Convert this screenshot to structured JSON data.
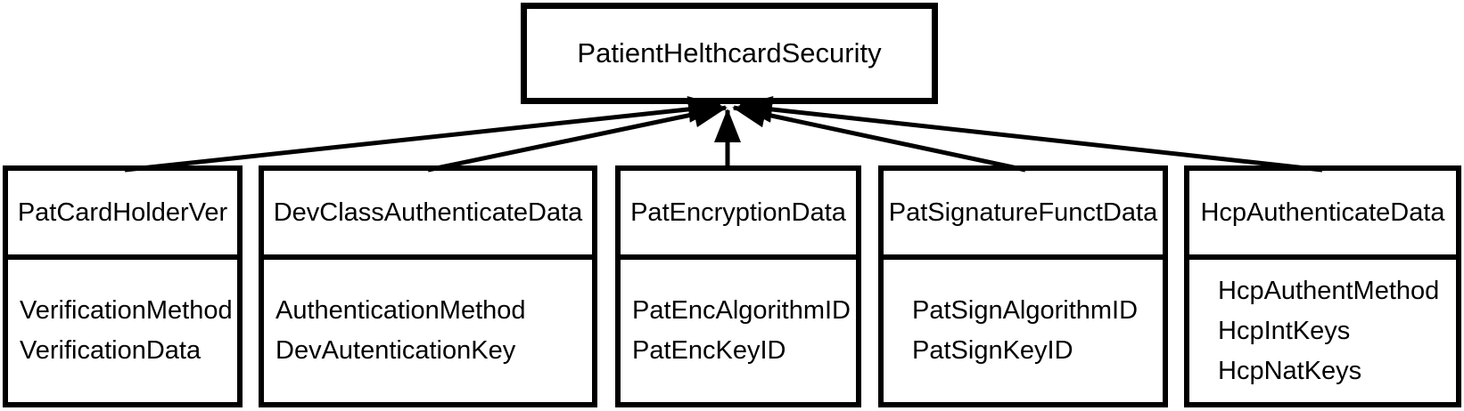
{
  "diagram": {
    "kind": "uml-class-inheritance",
    "colors": {
      "line": "#000000",
      "background": "#ffffff",
      "text": "#000000"
    },
    "parent": {
      "name": "PatientHelthcardSecurity"
    },
    "children": [
      {
        "name": "PatCardHolderVer",
        "attributes": [
          "VerificationMethod",
          "VerificationData"
        ]
      },
      {
        "name": "DevClassAuthenticateData",
        "attributes": [
          "AuthenticationMethod",
          "DevAutenticationKey"
        ]
      },
      {
        "name": "PatEncryptionData",
        "attributes": [
          "PatEncAlgorithmID",
          "PatEncKeyID"
        ]
      },
      {
        "name": "PatSignatureFunctData",
        "attributes": [
          "PatSignAlgorithmID",
          "PatSignKeyID"
        ]
      },
      {
        "name": "HcpAuthenticateData",
        "attributes": [
          "HcpAuthentMethod",
          "HcpIntKeys",
          "HcpNatKeys"
        ]
      }
    ]
  }
}
